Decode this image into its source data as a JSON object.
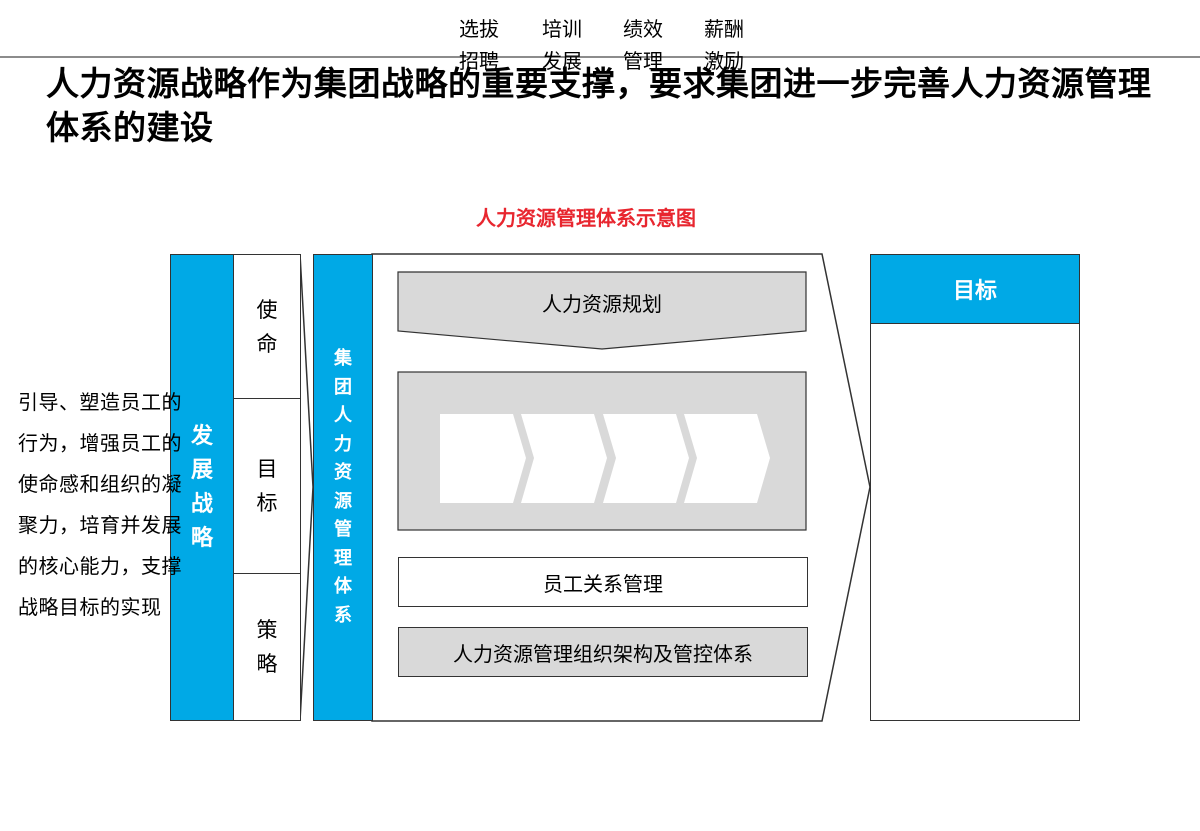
{
  "title": "人力资源战略作为集团战略的重要支撑，要求集团进一步完善人力资源管理体系的建设",
  "caption": "人力资源管理体系示意图",
  "development": {
    "label": "发展战略",
    "segments": [
      "使命",
      "目标",
      "策略"
    ]
  },
  "hr_system": {
    "label": "集团人力资源管理体系",
    "planning": "人力资源规划",
    "stages": [
      {
        "line1": "选拔",
        "line2": "招聘"
      },
      {
        "line1": "培训",
        "line2": "发展"
      },
      {
        "line1": "绩效",
        "line2": "管理"
      },
      {
        "line1": "薪酬",
        "line2": "激励"
      }
    ],
    "employee_relations": "员工关系管理",
    "org_control": "人力资源管理组织架构及管控体系"
  },
  "goal": {
    "header": "目标",
    "text": "引导、塑造员工的行为，增强员工的使命感和组织的凝聚力，培育并发展的核心能力，支撑战略目标的实现"
  },
  "colors": {
    "accent_blue": "#00a9e6",
    "gray_box": "#d9d9d9",
    "caption_red": "#e8262f"
  }
}
